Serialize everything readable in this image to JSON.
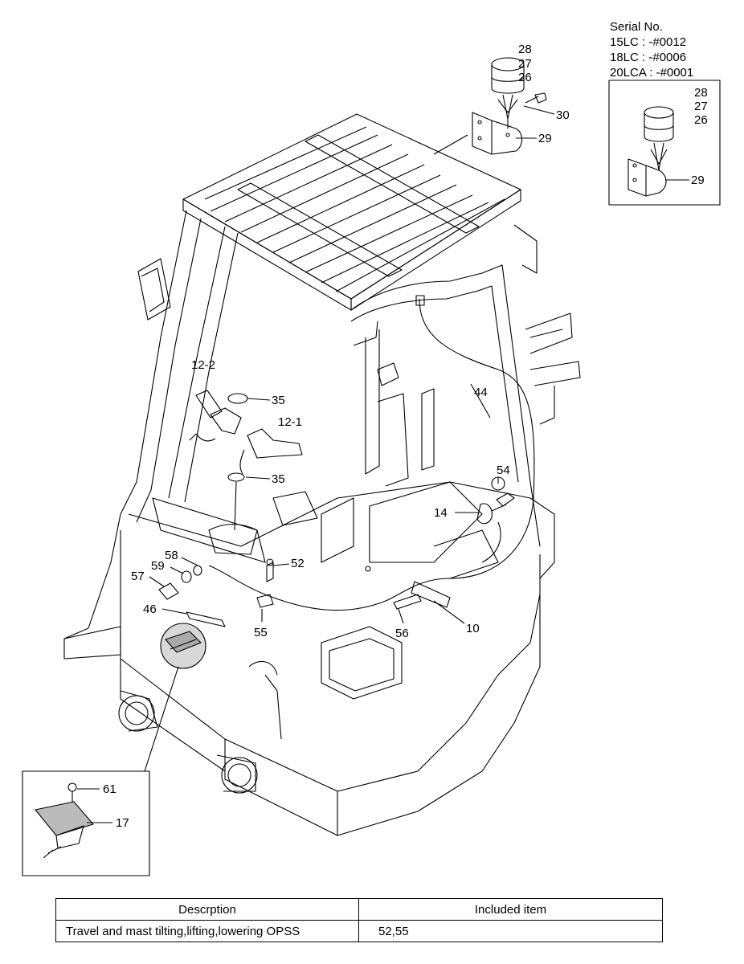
{
  "serial_note": {
    "heading": "Serial No.",
    "lines": [
      "15LC : -#0012",
      "18LC : -#0006",
      "20LCA : -#0001"
    ]
  },
  "callouts": {
    "top_lamp": [
      "28",
      "27",
      "26"
    ],
    "bolt": "30",
    "bracket": "29",
    "inset_lamp": [
      "28",
      "27",
      "26"
    ],
    "inset_bracket": "29",
    "switch_12_2": "12-2",
    "ring_35_upper": "35",
    "switch_12_1": "12-1",
    "ring_35_lower": "35",
    "harness_44": "44",
    "part_54": "54",
    "part_14": "14",
    "part_58": "58",
    "part_59": "59",
    "part_57": "57",
    "part_52": "52",
    "part_46": "46",
    "part_55": "55",
    "part_56": "56",
    "part_10": "10",
    "part_61": "61",
    "part_17": "17"
  },
  "table": {
    "headers": [
      "Descrption",
      "Included item"
    ],
    "rows": [
      {
        "description": "Travel and mast tilting,lifting,lowering OPSS",
        "included": "52,55"
      }
    ]
  }
}
